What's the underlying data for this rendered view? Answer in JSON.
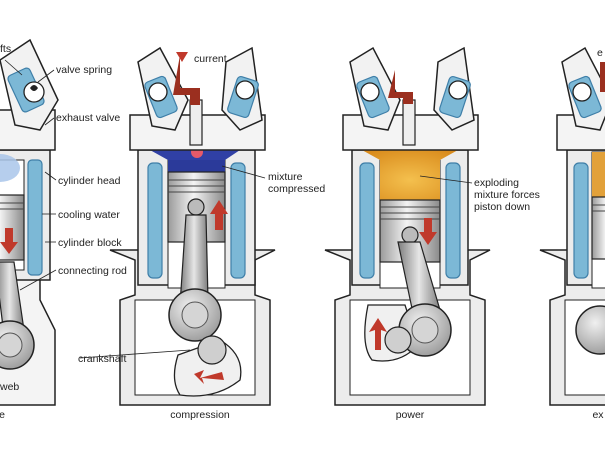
{
  "colors": {
    "outline": "#222222",
    "metal_light": "#f2f2f2",
    "metal_mid": "#c8c8c8",
    "metal_dark": "#8f8f8f",
    "coolant": "#7cb8d6",
    "coolant_dark": "#3f7fa8",
    "arrow": "#c0392b",
    "spring_red": "#9b2f1f",
    "mixture_compressed": "#2b3a9a",
    "explosion": "#e8a62c",
    "frame": "#ececec"
  },
  "labels": {
    "shafts": "fts",
    "valve_spring": "valve spring",
    "exhaust_valve": "exhaust valve",
    "cylinder_head": "cylinder head",
    "cooling_water": "cooling water",
    "cylinder_block": "cylinder block",
    "connecting_rod": "connecting rod",
    "web": "web",
    "current": "current",
    "mixture_compressed_1": "mixture",
    "mixture_compressed_2": "compressed",
    "crankshaft": "crankshaft",
    "exploding_1": "exploding",
    "exploding_2": "mixture forces",
    "exploding_3": "piston down",
    "right_edge_e": "e"
  },
  "captions": {
    "intake_partial": "e",
    "compression": "compression",
    "power": "power",
    "exhaust_partial": "ex"
  }
}
